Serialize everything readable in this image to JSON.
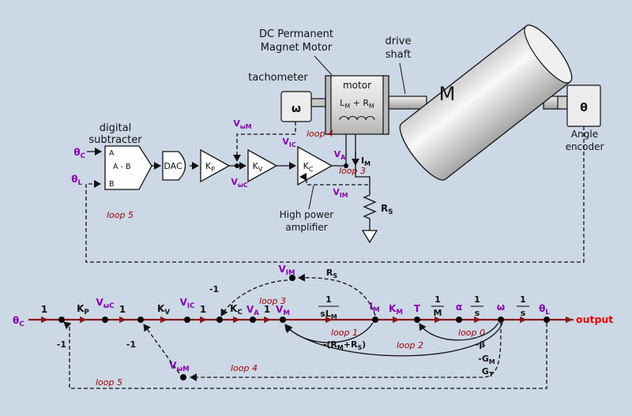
{
  "colors": {
    "background": "#ccd8e6",
    "signal": "#8800aa",
    "loop": "#a00000",
    "flow": "#8b1a1a",
    "output": "#e80000",
    "ink": "#111111"
  },
  "block_diagram": {
    "motor_title_1": "DC Permanent",
    "motor_title_2": "Magnet Motor",
    "drive_shaft_1": "drive",
    "drive_shaft_2": "shaft",
    "tachometer": "tachometer",
    "motor": "motor",
    "motor_winding": "L_{M} + R_{M}",
    "flywheel": "M",
    "encoder_title_1": "Angle",
    "encoder_title_2": "encoder",
    "subtracter_title_1": "digital",
    "subtracter_title_2": "subtracter",
    "sub_in_a": "A",
    "sub_diff": "A - B",
    "sub_in_b": "B",
    "dac": "DAC",
    "amp_title_1": "High power",
    "amp_title_2": "amplifier",
    "tach_omega": "ω",
    "encoder_theta": "θ"
  },
  "signals": {
    "theta_c": "θ_{C}",
    "theta_l": "θ_{L}",
    "v_wm": "V_{ωM}",
    "v_wc": "V_{ωC}",
    "v_ic": "V_{IC}",
    "v_a": "V_{A}",
    "v_im": "V_{IM}",
    "v_m": "V_{M}",
    "i_m": "I_{M}",
    "t": "T",
    "alpha": "α",
    "omega": "ω"
  },
  "gains": {
    "one": "1",
    "k_p": "K_{P}",
    "k_v": "K_{V}",
    "k_c": "K_{C}",
    "k_m": "K_{M}",
    "num_one": "1",
    "den_slm": "sL_{M}",
    "den_m": "M",
    "den_s": "s",
    "r_s": "R_{S}",
    "minus_one": "-1",
    "loop1_gain": "-(R_{M}+R_{S})",
    "minus_beta": "-β",
    "minus_gm": "-G_{M}",
    "g_t": "G_{T}"
  },
  "loops": {
    "l0": "loop 0",
    "l1": "loop 1",
    "l2": "loop 2",
    "l3": "loop 3",
    "l4": "loop 4",
    "l5": "loop 5"
  },
  "flow_graph": {
    "output": "output"
  }
}
